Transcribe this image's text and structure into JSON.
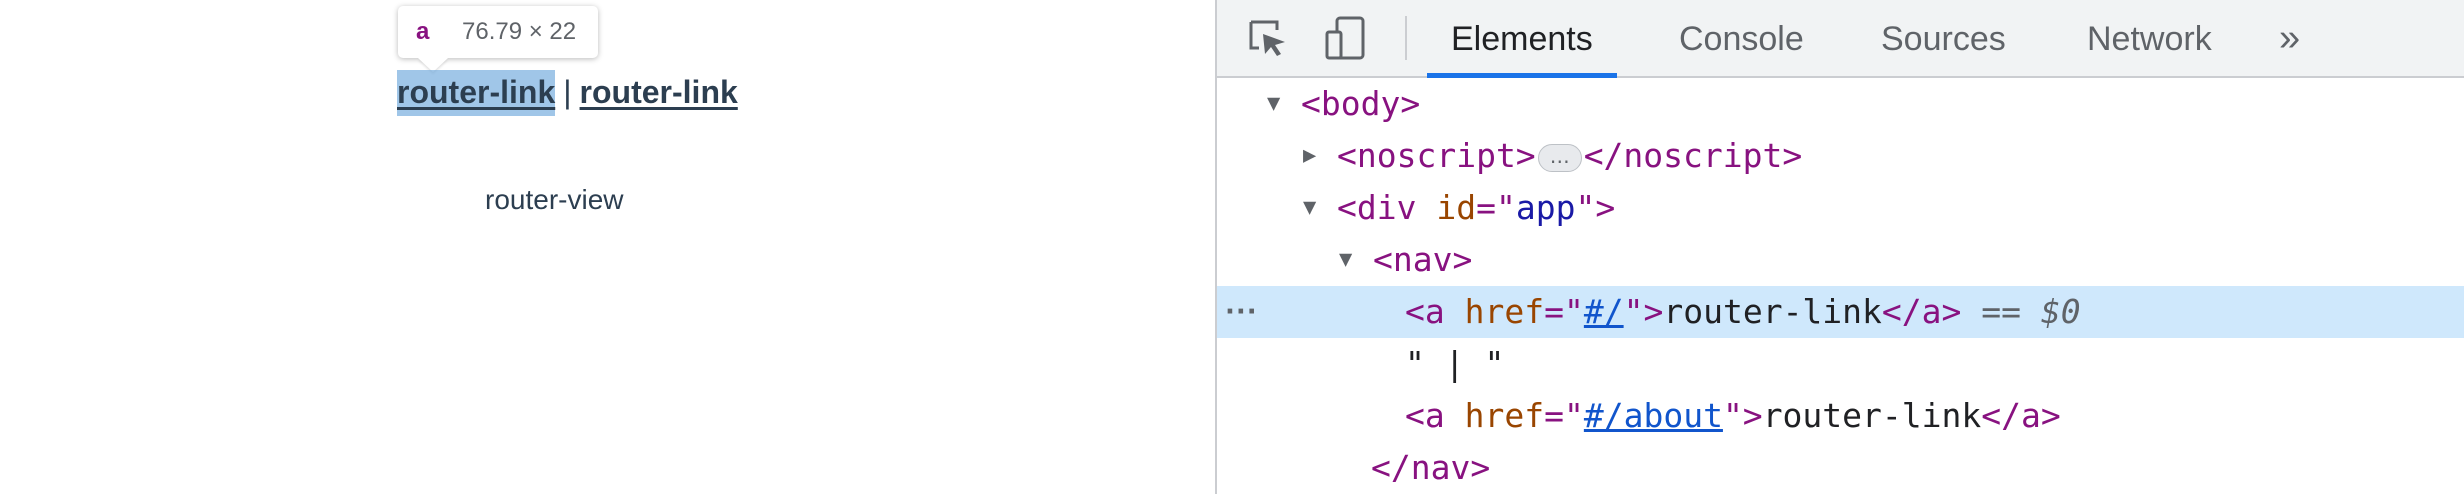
{
  "page": {
    "tooltip": {
      "tag": "a",
      "dims": "76.79 × 22"
    },
    "nav": {
      "link1": "router-link",
      "separator": "|",
      "link2": "router-link"
    },
    "view_text": "router-view"
  },
  "devtools": {
    "icons": [
      "inspect-element-icon",
      "device-toolbar-icon"
    ],
    "tabs": [
      {
        "label": "Elements",
        "active": true
      },
      {
        "label": "Console",
        "active": false
      },
      {
        "label": "Sources",
        "active": false
      },
      {
        "label": "Network",
        "active": false
      }
    ],
    "more_tabs": "»",
    "tree": {
      "body_open": "<body>",
      "noscript_open": "<noscript>",
      "noscript_ellipsis": "…",
      "noscript_close": "</noscript>",
      "div_open_start": "<div",
      "div_attr_name": "id",
      "div_attr_eq": "=\"",
      "div_attr_value": "app",
      "div_attr_end": "\">",
      "nav_open": "<nav>",
      "a1_start": "<a",
      "a1_attr_name": "href",
      "a1_attr_eq": "=\"",
      "a1_attr_value": "#/",
      "a1_attr_end": "\">",
      "a1_text": "router-link",
      "a1_close": "</a>",
      "a1_marker": "== $0",
      "text_node": "\" | \"",
      "a2_start": "<a",
      "a2_attr_name": "href",
      "a2_attr_eq": "=\"",
      "a2_attr_value": "#/about",
      "a2_attr_end": "\">",
      "a2_text": "router-link",
      "a2_close": "</a>",
      "nav_close": "</nav>",
      "row_dots": "···"
    }
  },
  "colors": {
    "accent": "#1a73e8",
    "tag": "#881280",
    "attr_name": "#994500",
    "attr_value": "#1a1aa6",
    "selection": "#cfe8fc",
    "highlight": "#6fa8dc"
  }
}
